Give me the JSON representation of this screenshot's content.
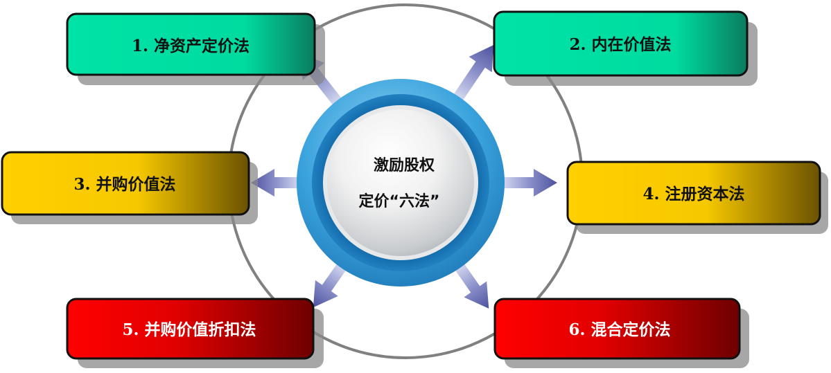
{
  "center": {
    "line1": "激励股权",
    "line2": "定价“六法”"
  },
  "methods": [
    {
      "label": "1. 净资产定价法",
      "theme": "green"
    },
    {
      "label": "2. 内在价值法",
      "theme": "green"
    },
    {
      "label": "3. 并购价值法",
      "theme": "gold"
    },
    {
      "label": "4. 注册资本法",
      "theme": "gold"
    },
    {
      "label": "5. 并购价值折扣法",
      "theme": "red"
    },
    {
      "label": "6. 混合定价法",
      "theme": "red"
    }
  ],
  "colors": {
    "green": "#00E0A4",
    "gold": "#FFD000",
    "red": "#FF0000",
    "arrow": "#5B5FA8",
    "ring": "#2A8FD0"
  }
}
